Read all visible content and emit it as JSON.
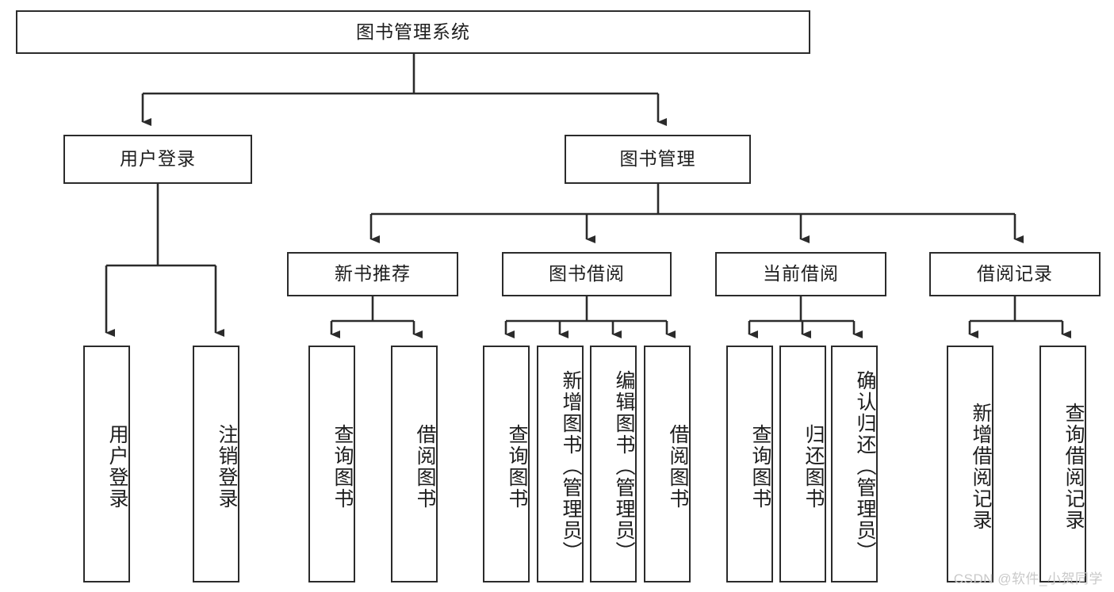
{
  "diagram": {
    "title": "图书管理系统",
    "type": "tree",
    "orientation": "top-down",
    "colors": {
      "box_border": "#2b2b2b",
      "box_fill": "#ffffff",
      "connector": "#2b2b2b",
      "text": "#1d1d1d",
      "watermark": "#c9c9c9",
      "background": "#ffffff"
    }
  },
  "nodes": {
    "root": {
      "label": "图书管理系统",
      "level": 1,
      "orientation": "horizontal"
    },
    "level2": [
      {
        "id": "user-login",
        "label": "用户登录",
        "orientation": "horizontal"
      },
      {
        "id": "book-management",
        "label": "图书管理",
        "orientation": "horizontal"
      }
    ],
    "level3": [
      {
        "id": "new-book-recommend",
        "label": "新书推荐",
        "orientation": "horizontal"
      },
      {
        "id": "book-borrow",
        "label": "图书借阅",
        "orientation": "horizontal"
      },
      {
        "id": "current-borrow",
        "label": "当前借阅",
        "orientation": "horizontal"
      },
      {
        "id": "borrow-record",
        "label": "借阅记录",
        "orientation": "horizontal"
      }
    ],
    "leaves": [
      {
        "id": "leaf-user-login",
        "label": "用户登录",
        "parent": "user-login",
        "orientation": "vertical"
      },
      {
        "id": "leaf-user-logout",
        "label": "注销登录",
        "parent": "user-login",
        "orientation": "vertical"
      },
      {
        "id": "leaf-query-book-1",
        "label": "查询图书",
        "parent": "new-book-recommend",
        "orientation": "vertical"
      },
      {
        "id": "leaf-borrow-book-1",
        "label": "借阅图书",
        "parent": "new-book-recommend",
        "orientation": "vertical"
      },
      {
        "id": "leaf-query-book-2",
        "label": "查询图书",
        "parent": "book-borrow",
        "orientation": "vertical"
      },
      {
        "id": "leaf-add-book",
        "label": "新增图书（管理员）",
        "parent": "book-borrow",
        "orientation": "vertical"
      },
      {
        "id": "leaf-edit-book",
        "label": "编辑图书（管理员）",
        "parent": "book-borrow",
        "orientation": "vertical"
      },
      {
        "id": "leaf-borrow-book-2",
        "label": "借阅图书",
        "parent": "book-borrow",
        "orientation": "vertical"
      },
      {
        "id": "leaf-query-book-3",
        "label": "查询图书",
        "parent": "current-borrow",
        "orientation": "vertical"
      },
      {
        "id": "leaf-return-book",
        "label": "归还图书",
        "parent": "current-borrow",
        "orientation": "vertical"
      },
      {
        "id": "leaf-confirm-return",
        "label": "确认归还（管理员）",
        "parent": "current-borrow",
        "orientation": "vertical"
      },
      {
        "id": "leaf-add-record",
        "label": "新增借阅记录",
        "parent": "borrow-record",
        "orientation": "vertical"
      },
      {
        "id": "leaf-query-record",
        "label": "查询借阅记录",
        "parent": "borrow-record",
        "orientation": "vertical"
      }
    ]
  },
  "watermark": {
    "text": "CSDN @软件_小贺同学"
  }
}
